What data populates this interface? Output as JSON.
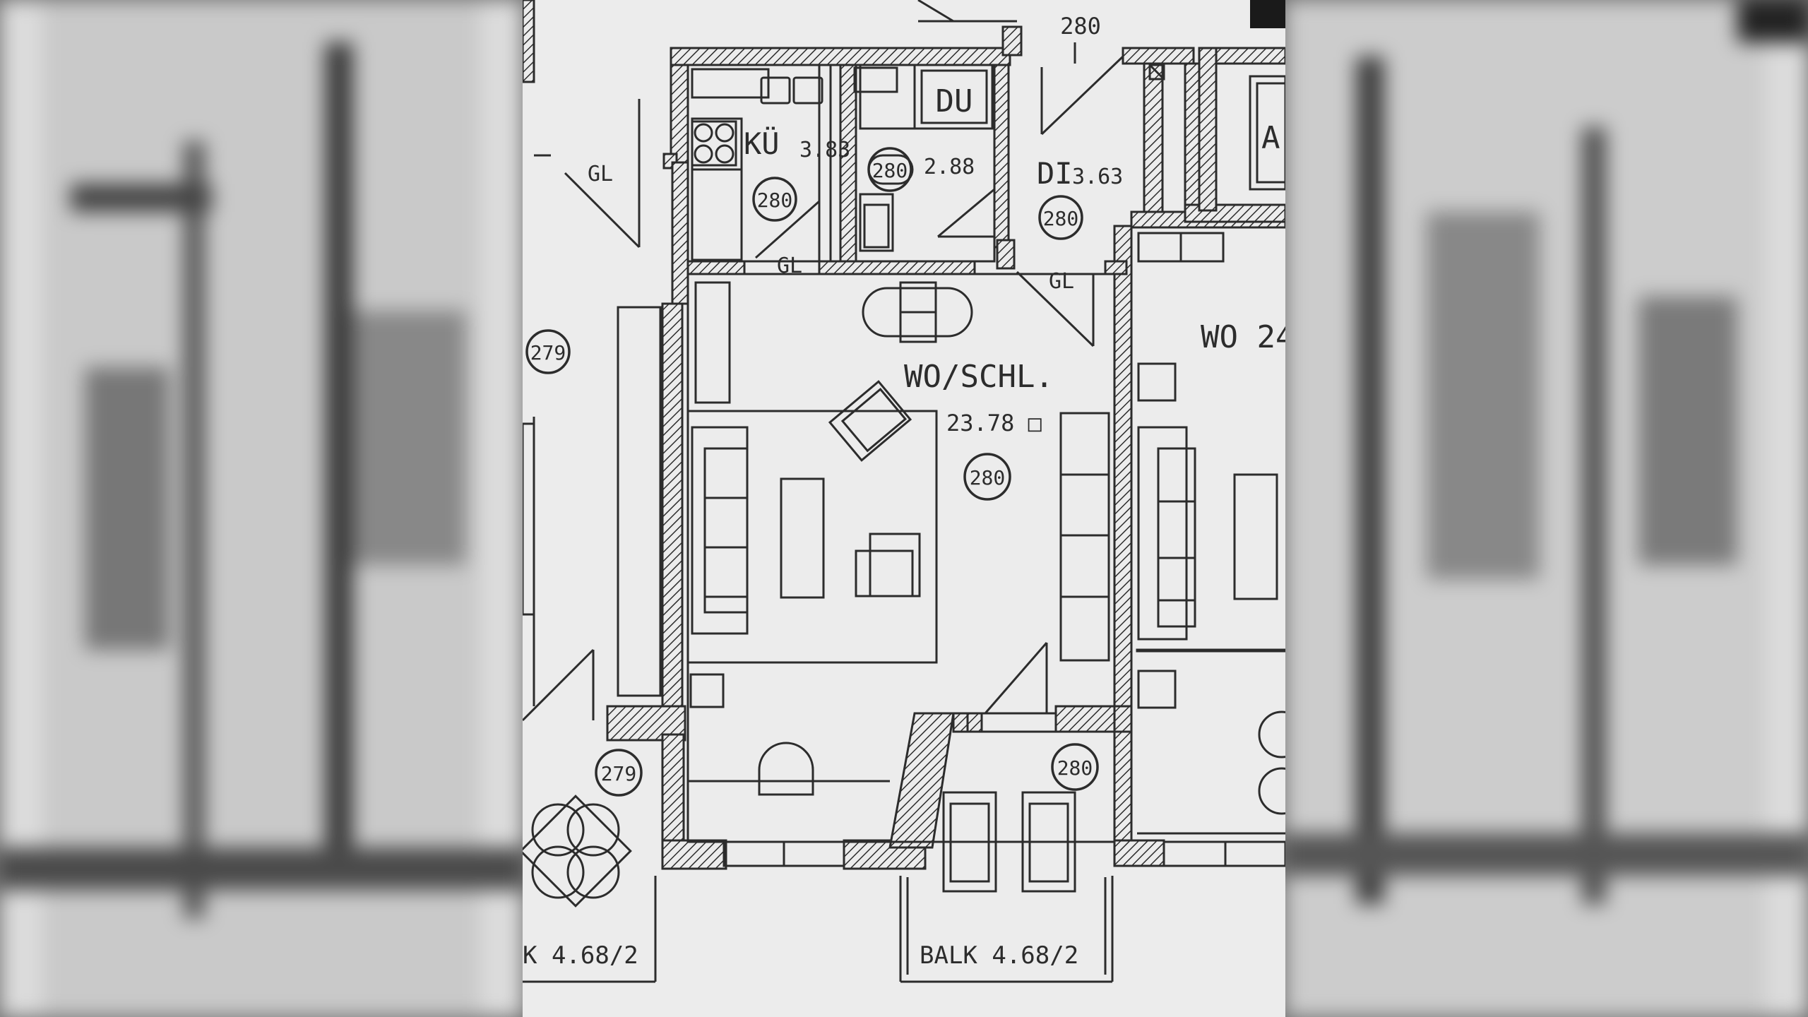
{
  "plan": {
    "rooms": {
      "kitchen": {
        "name": "KÜ",
        "area": "3.83",
        "height": "280"
      },
      "shower": {
        "name": "DU",
        "area": "2.88",
        "height": "280"
      },
      "hall": {
        "name": "DI",
        "area": "3.63",
        "height": "280"
      },
      "living": {
        "name": "WO/SCHL.",
        "area": "23.78 □",
        "height": "280"
      },
      "balcony": {
        "name": "BALK 4.68/2",
        "height": "280"
      },
      "left_balcony": {
        "name": "K 4.68/2",
        "height": "279"
      },
      "left_room": {
        "height": "279"
      },
      "right_room": {
        "name": "WO 24"
      },
      "right_cut": {
        "name": "A"
      }
    },
    "door_labels": {
      "gl_left": "GL",
      "gl_kitchen": "GL",
      "gl_hall": "GL",
      "top_height": "280"
    }
  },
  "colors": {
    "paper": "#ececec",
    "ink": "#2c2c2c",
    "backdrop": "#6f6f6f"
  }
}
